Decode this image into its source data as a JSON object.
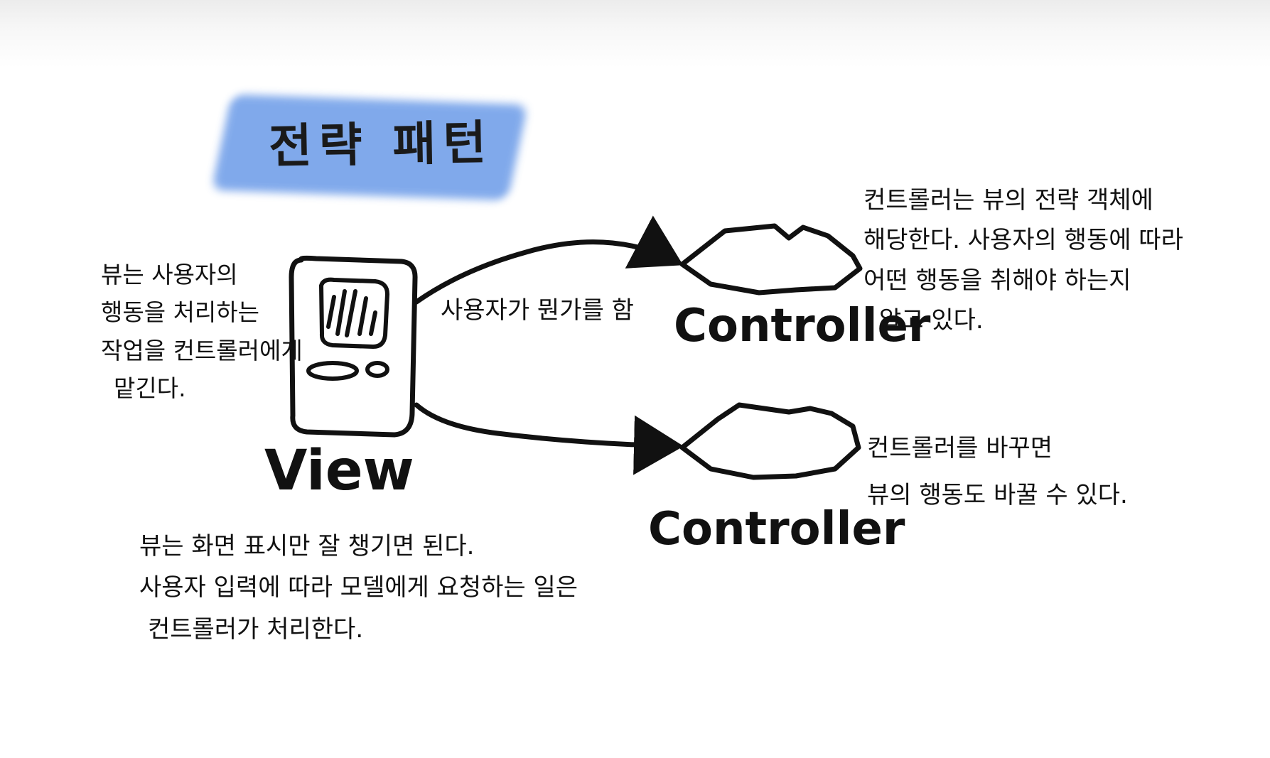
{
  "title": "전략 패턴",
  "view": {
    "label": "View",
    "note_left": [
      "뷰는 사용자의",
      "행동을 처리하는",
      "작업을 컨트롤러에게",
      "맡긴다."
    ],
    "note_bottom": [
      "뷰는 화면 표시만 잘 챙기면 된다.",
      "사용자 입력에 따라 모델에게 요청하는 일은",
      "컨트롤러가 처리한다."
    ]
  },
  "arrow_label": "사용자가 뭔가를 함",
  "controllers": [
    {
      "label": "Controller",
      "note": [
        "컨트롤러는 뷰의 전략 객체에",
        "해당한다. 사용자의 행동에 따라",
        "어떤 행동을 취해야 하는지",
        "알고 있다."
      ]
    },
    {
      "label": "Controller",
      "note": [
        "컨트롤러를 바꾸면",
        "뷰의 행동도 바꿀 수 있다."
      ]
    }
  ],
  "colors": {
    "highlight": "#6b9be8",
    "ink": "#111111"
  }
}
